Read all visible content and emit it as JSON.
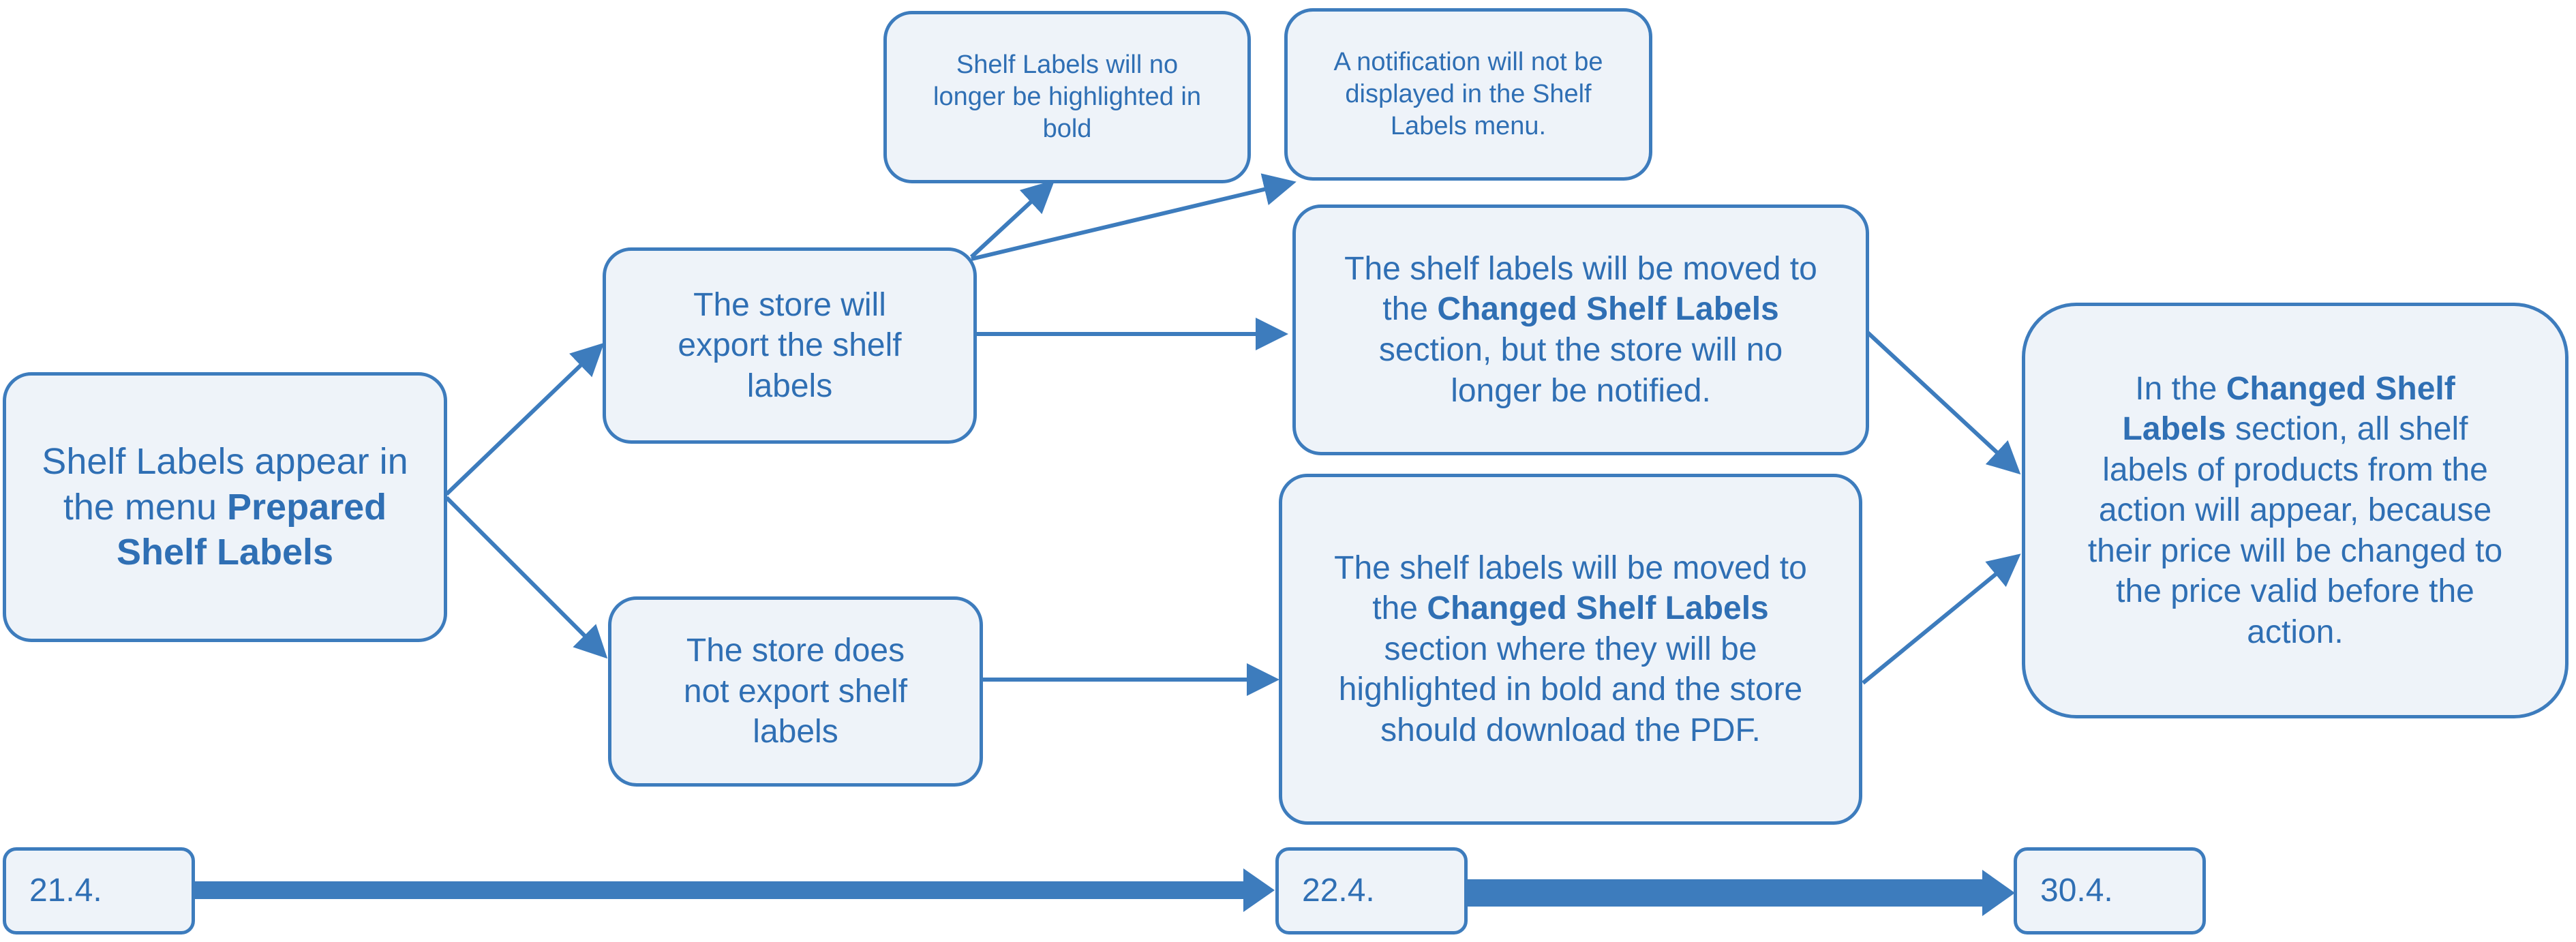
{
  "nodes": {
    "prepared": {
      "before": "Shelf Labels appear in the menu ",
      "bold": "Prepared Shelf Labels",
      "after": ""
    },
    "export": {
      "text": "The store will export the shelf labels"
    },
    "not_export": {
      "text": "The store does not export shelf labels"
    },
    "no_bold": {
      "text": "Shelf Labels will no longer be highlighted in bold"
    },
    "no_notification": {
      "text": "A notification will not be displayed in the Shelf Labels menu."
    },
    "moved_no_notify": {
      "before": "The shelf labels will be moved to the ",
      "bold": "Changed Shelf Labels",
      "after": " section, but the store will no longer be notified."
    },
    "moved_bold": {
      "before": "The shelf labels will be moved to the ",
      "bold": "Changed Shelf Labels",
      "after": " section where they will be highlighted in bold and the store should download the PDF."
    },
    "final": {
      "before": "In the ",
      "bold": "Changed Shelf Labels",
      "after": " section, all shelf labels of products from the action will appear, because their price will be changed to the price valid before the action."
    }
  },
  "timeline": {
    "d1": "21.4.",
    "d2": "22.4.",
    "d3": "30.4."
  },
  "colors": {
    "stroke": "#3d7cbd",
    "fill": "#eef3f9",
    "text": "#2f6fb4"
  }
}
